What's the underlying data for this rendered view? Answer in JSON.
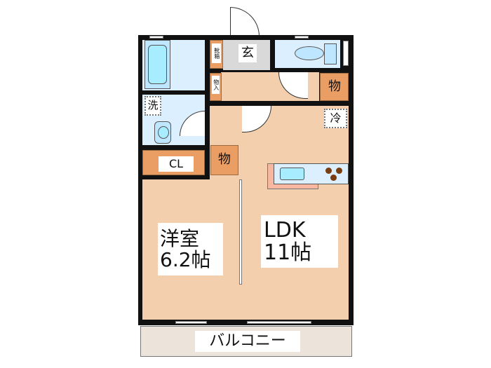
{
  "rooms": {
    "entrance": "玄",
    "shoe_box": "靴箱",
    "storage_hall": "物入",
    "storage_1": "物",
    "storage_2": "物",
    "refrigerator": "冷",
    "washer": "洗",
    "closet": "CL",
    "western_room": {
      "name": "洋室",
      "size": "6.2帖"
    },
    "ldk": {
      "name": "LDK",
      "size": "11帖"
    },
    "balcony": "バルコニー"
  },
  "colors": {
    "floor": "#f3cfae",
    "wet": "#dcefff",
    "storage": "#eb9e63",
    "entrance": "#d9d9d9",
    "wall": "#111111"
  }
}
